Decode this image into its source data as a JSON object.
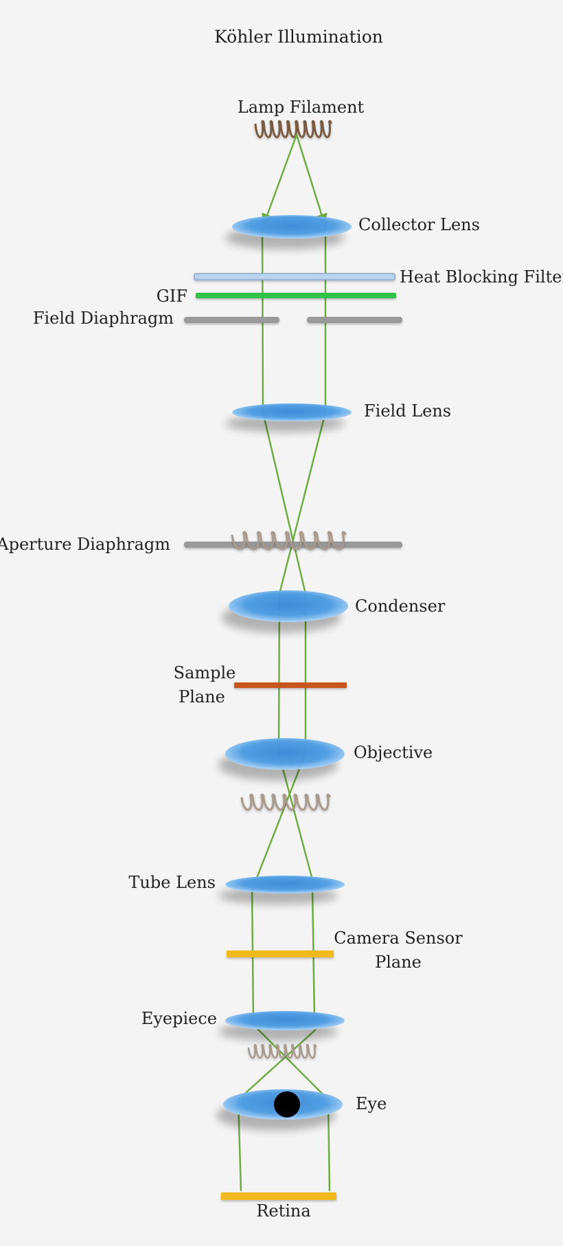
{
  "title": "Köhler Illumination",
  "labels": {
    "lamp_filament": "Lamp Filament",
    "collector_lens": "Collector Lens",
    "heat_blocking_filter": "Heat Blocking Filter",
    "gif": "GIF",
    "field_diaphragm": "Field Diaphragm",
    "field_lens": "Field Lens",
    "aperture_diaphragm": "Aperture Diaphragm",
    "condenser": "Condenser",
    "sample_plane_1": "Sample",
    "sample_plane_2": "Plane",
    "objective": "Objective",
    "tube_lens": "Tube Lens",
    "camera_sensor_1": "Camera Sensor",
    "camera_sensor_2": "Plane",
    "eyepiece": "Eyepiece",
    "eye": "Eye",
    "retina": "Retina"
  },
  "colors": {
    "lens": "#4a97de",
    "ray": "#6fab45",
    "filament_dark": "#7a5a40",
    "filament_light": "#a89a8c",
    "heat_filter": "#bcd3ee",
    "gif_filter": "#33c24a",
    "diaphragm": "#999999",
    "sample": "#c8561c",
    "sensor": "#f1b91b"
  }
}
